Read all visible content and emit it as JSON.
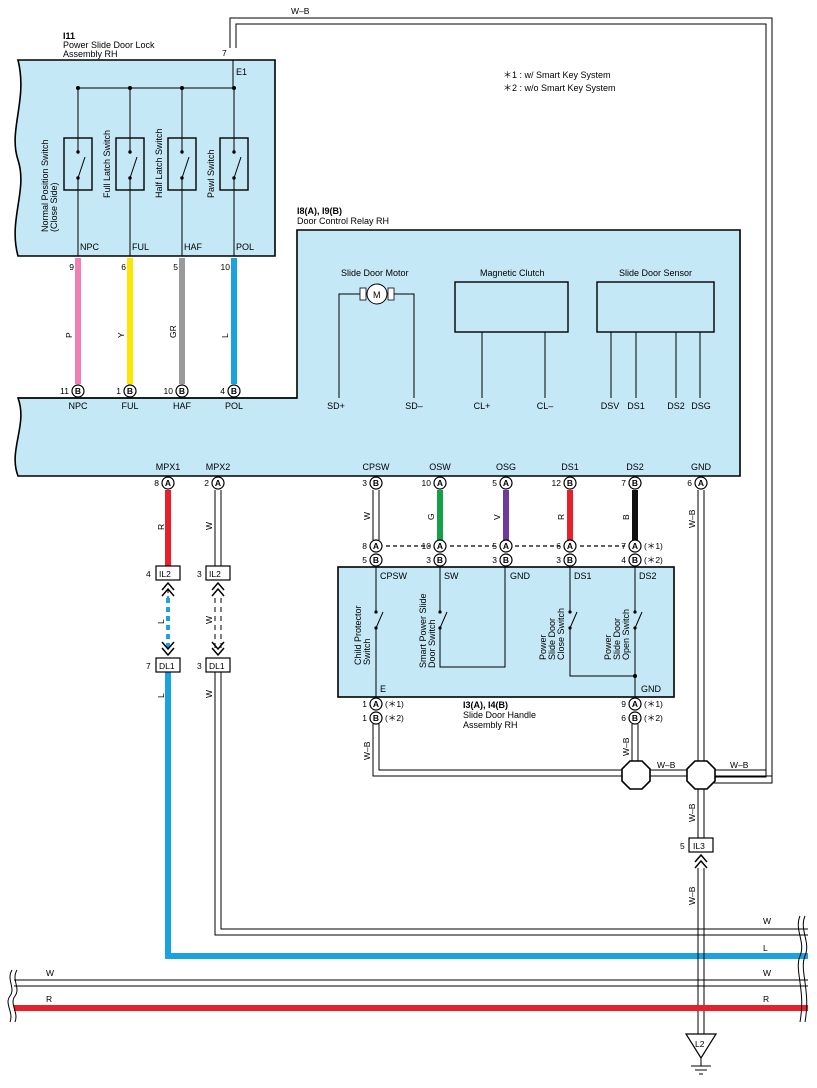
{
  "notes": {
    "n1": "＊1 : w/ Smart Key System",
    "n2": "＊2 : w/o Smart Key System"
  },
  "i11": {
    "code": "I11",
    "name1": "Power Slide Door Lock",
    "name2": "Assembly RH",
    "e1": "E1",
    "pin_e1": "7",
    "top_wire": "W–B",
    "switches": [
      {
        "label1": "Normal Position Switch",
        "label2": "(Close Side)",
        "term": "NPC",
        "pin": "9",
        "wire": "P",
        "color": "#f07fb4"
      },
      {
        "label1": "Full Latch Switch",
        "label2": "",
        "term": "FUL",
        "pin": "6",
        "wire": "Y",
        "color": "#ffe600"
      },
      {
        "label1": "Half Latch Switch",
        "label2": "",
        "term": "HAF",
        "pin": "5",
        "wire": "GR",
        "color": "#9a9a9a"
      },
      {
        "label1": "Pawl Switch",
        "label2": "",
        "term": "POL",
        "pin": "10",
        "wire": "L",
        "color": "#1aa3e0"
      }
    ]
  },
  "relay": {
    "code": "I8(A), I9(B)",
    "name": "Door Control Relay RH",
    "motor": "Slide Door Motor",
    "motor_symbol": "M",
    "clutch": "Magnetic Clutch",
    "sensor": "Slide Door Sensor",
    "upper_pins": [
      {
        "num": "11",
        "conn": "B",
        "term": "NPC"
      },
      {
        "num": "1",
        "conn": "B",
        "term": "FUL"
      },
      {
        "num": "10",
        "conn": "B",
        "term": "HAF"
      },
      {
        "num": "4",
        "conn": "B",
        "term": "POL"
      }
    ],
    "inner_terms": [
      "SD+",
      "SD–",
      "CL+",
      "CL–",
      "DSV",
      "DS1",
      "DS2",
      "DSG"
    ],
    "lower_pins": [
      {
        "term": "MPX1",
        "num": "8",
        "conn": "A"
      },
      {
        "term": "MPX2",
        "num": "2",
        "conn": "A"
      },
      {
        "term": "CPSW",
        "num": "3",
        "conn": "B"
      },
      {
        "term": "OSW",
        "num": "10",
        "conn": "A"
      },
      {
        "term": "OSG",
        "num": "5",
        "conn": "A"
      },
      {
        "term": "DS1",
        "num": "12",
        "conn": "B"
      },
      {
        "term": "DS2",
        "num": "7",
        "conn": "B"
      },
      {
        "term": "GND",
        "num": "6",
        "conn": "A"
      }
    ]
  },
  "wires": {
    "mpx1": "R",
    "mpx2": "W",
    "cpsw": "W",
    "osw": "G",
    "osg": "V",
    "ds1": "R",
    "ds2": "B",
    "gnd": "W–B",
    "mpx1_lower": "L",
    "mpx2_lower": "W",
    "between": "L",
    "between2": "W",
    "ground_top": "W–B",
    "ground_mid": "W–B",
    "ground_low": "W–B",
    "ground_right": "W–B",
    "ground_left": "W–B",
    "handle_left": "W–B",
    "handle_right": "W–B",
    "out_w1": "W",
    "out_l": "L",
    "out_w2": "W",
    "out_r": "R",
    "in_w": "W",
    "in_r": "R",
    "colors": {
      "red": "#e8202a",
      "green": "#14a046",
      "violet": "#6f3aa0",
      "black": "#111111",
      "blue": "#1aa3e0"
    }
  },
  "connectors": {
    "il2_a": {
      "pin": "4",
      "name": "IL2"
    },
    "il2_b": {
      "pin": "3",
      "name": "IL2"
    },
    "dl1_a": {
      "pin": "7",
      "name": "DL1"
    },
    "dl1_b": {
      "pin": "3",
      "name": "DL1"
    },
    "il3": {
      "pin": "5",
      "name": "IL3"
    },
    "l2": "L2"
  },
  "handle": {
    "code": "I3(A), I4(B)",
    "name1": "Slide Door Handle",
    "name2": "Assembly RH",
    "pins_a": [
      {
        "num": "8",
        "conn": "A"
      },
      {
        "num": "10",
        "conn": "A"
      },
      {
        "num": "5",
        "conn": "A"
      },
      {
        "num": "6",
        "conn": "A"
      },
      {
        "num": "7",
        "conn": "A"
      }
    ],
    "pins_b": [
      {
        "num": "5",
        "conn": "B"
      },
      {
        "num": "3",
        "conn": "B"
      },
      {
        "num": "3",
        "conn": "B"
      },
      {
        "num": "3",
        "conn": "B"
      },
      {
        "num": "4",
        "conn": "B"
      }
    ],
    "mark1": "(＊1)",
    "mark2": "(＊2)",
    "terms": [
      "CPSW",
      "SW",
      "GND",
      "DS1",
      "DS2"
    ],
    "e": "E",
    "gnd": "GND",
    "e_pin_a": "1",
    "e_pin_b": "1",
    "gnd_pin_a": "9",
    "gnd_pin_b": "6",
    "sw_child1": "Child Protector",
    "sw_child2": "Switch",
    "sw_smart1": "Smart Power Slide",
    "sw_smart2": "Door Switch",
    "sw_close1": "Power",
    "sw_close2": "Slide Door",
    "sw_close3": "Close Switch",
    "sw_open1": "Power",
    "sw_open2": "Slide Door",
    "sw_open3": "Open Switch"
  }
}
